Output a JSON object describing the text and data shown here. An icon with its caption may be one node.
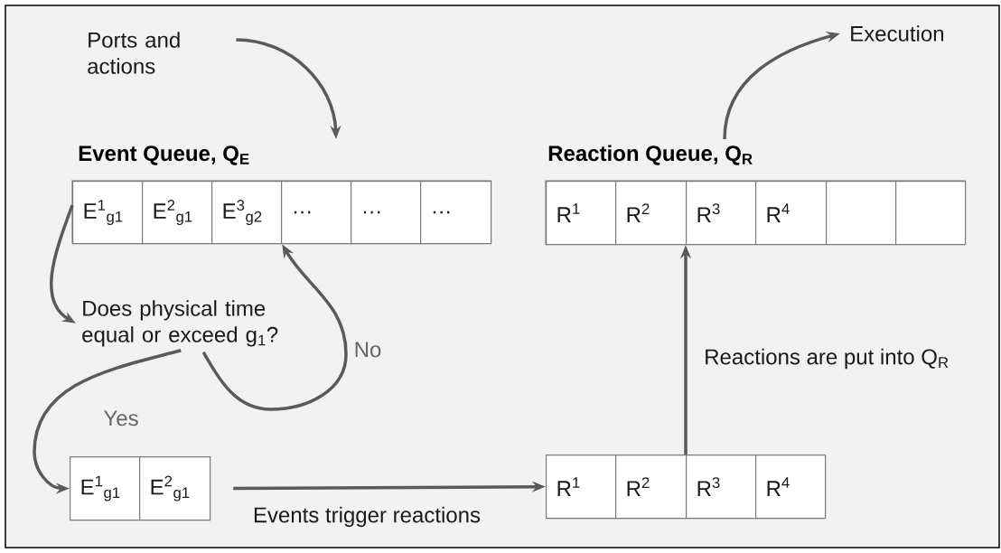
{
  "diagram": {
    "nodes": [
      {
        "text": [
          "Ports and actions"
        ]
      },
      {
        "text": [
          "Event Queue, Q$_{E}$"
        ]
      },
      {
        "text": [
          "E$^{1}$$_{g1}$"
        ],
        "in": 1
      },
      {
        "text": [
          "E$^{2}$$_{g1}$"
        ],
        "in": 1
      },
      {
        "text": [
          "E$^{3}$$_{g2}$"
        ],
        "in": 1
      },
      {
        "text": [
          "…"
        ],
        "in": 1
      },
      {
        "text": [
          "…"
        ],
        "in": 1
      },
      {
        "text": [
          "…"
        ],
        "in": 1
      },
      {
        "text": [
          "Execution"
        ]
      },
      {
        "text": [
          "Reaction Queue, Q$_{R}$"
        ]
      },
      {
        "text": [
          "R$^{1}$"
        ],
        "in": 9
      },
      {
        "text": [
          "R$^{2}$"
        ],
        "in": 9
      },
      {
        "text": [
          "R$^{3}$"
        ],
        "in": 9
      },
      {
        "text": [
          "R$^{4}$"
        ],
        "in": 9
      },
      {
        "text": [],
        "shape": "box",
        "in": 9
      },
      {
        "text": [],
        "shape": "box",
        "in": 9
      },
      {
        "text": [
          "Does physical time equal or exceed g$_{1}$?"
        ]
      },
      {
        "text": [
          "E$^{1}$$_{g1}$"
        ]
      },
      {
        "text": [
          "E$^{2}$$_{g1}$"
        ]
      },
      {
        "text": [
          "R$^{1}$"
        ]
      },
      {
        "text": [
          "R$^{2}$"
        ]
      },
      {
        "text": [
          "R$^{3}$"
        ]
      },
      {
        "text": [
          "R$^{4}$"
        ]
      }
    ],
    "edges": [
      {
        "from": 0,
        "to": 1,
        "arrow": "to"
      },
      {
        "from": 2,
        "to": 16,
        "arrow": "to"
      },
      {
        "from": 16,
        "to": 4,
        "arrow": "to",
        "label": "No"
      },
      {
        "from": 16,
        "to": 17,
        "arrow": "to",
        "label": "Yes"
      },
      {
        "from": 18,
        "to": 19,
        "arrow": "to",
        "label": "Events trigger reactions"
      },
      {
        "from": 21,
        "to": 12,
        "arrow": "to",
        "label": "Reactions are put into Q$_{R}$"
      },
      {
        "from": 9,
        "to": 8,
        "arrow": "to"
      }
    ]
  }
}
